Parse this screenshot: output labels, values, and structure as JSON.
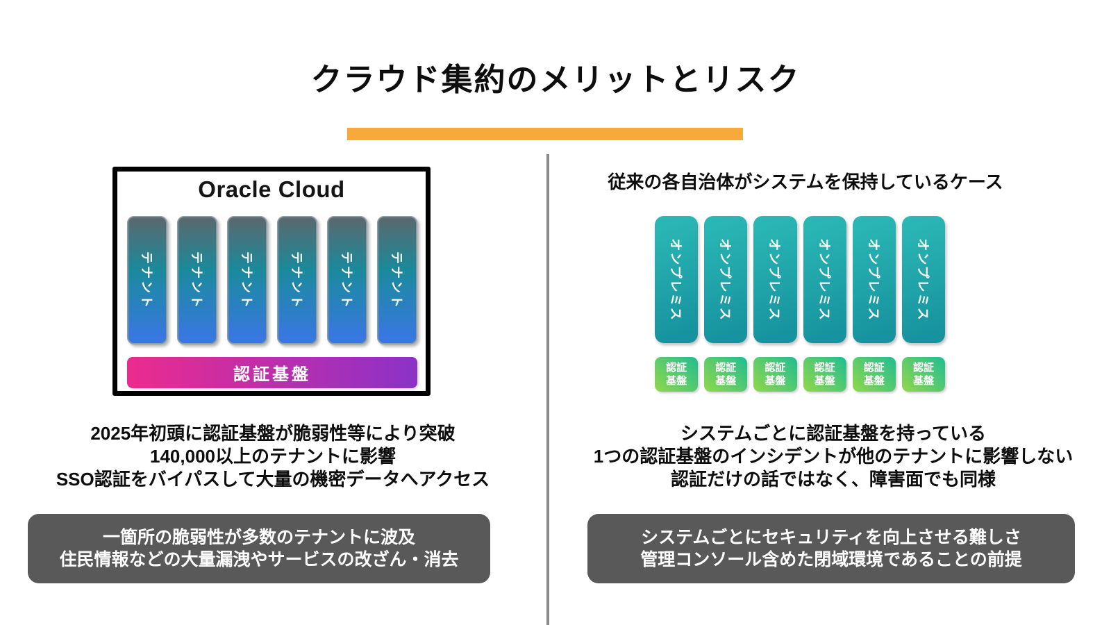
{
  "title": "クラウド集約のメリットとリスク",
  "colors": {
    "accent_bar": "#F7A93C",
    "divider": "#8A8A8A",
    "callout_bg": "#595959",
    "auth_bar_gradient": [
      "#EC2B8E",
      "#8B32C8"
    ],
    "tenant_gradient": [
      "#5A686D",
      "#1A8A9C",
      "#3A77E6"
    ],
    "onprem_gradient": [
      "#2CBAB6",
      "#17939F"
    ],
    "auth_box_gradient": [
      "#90D84A",
      "#21BD92"
    ]
  },
  "left": {
    "box_title": "Oracle Cloud",
    "tenants": [
      "テナント",
      "テナント",
      "テナント",
      "テナント",
      "テナント",
      "テナント"
    ],
    "auth_bar_label": "認証基盤",
    "body_lines": [
      "2025年初頭に認証基盤が脆弱性等により突破",
      "140,000以上のテナントに影響",
      "SSO認証をバイパスして大量の機密データへアクセス"
    ],
    "callout_lines": [
      "一箇所の脆弱性が多数のテナントに波及",
      "住民情報などの大量漏洩やサービスの改ざん・消去"
    ]
  },
  "right": {
    "title": "従来の各自治体がシステムを保持しているケース",
    "onprem": [
      "オンプレミス",
      "オンプレミス",
      "オンプレミス",
      "オンプレミス",
      "オンプレミス",
      "オンプレミス"
    ],
    "auth_boxes": [
      "認証\n基盤",
      "認証\n基盤",
      "認証\n基盤",
      "認証\n基盤",
      "認証\n基盤",
      "認証\n基盤"
    ],
    "body_lines": [
      "システムごとに認証基盤を持っている",
      "1つの認証基盤のインシデントが他のテナントに影響しない",
      "認証だけの話ではなく、障害面でも同様"
    ],
    "callout_lines": [
      "システムごとにセキュリティを向上させる難しさ",
      "管理コンソール含めた閉域環境であることの前提"
    ]
  }
}
